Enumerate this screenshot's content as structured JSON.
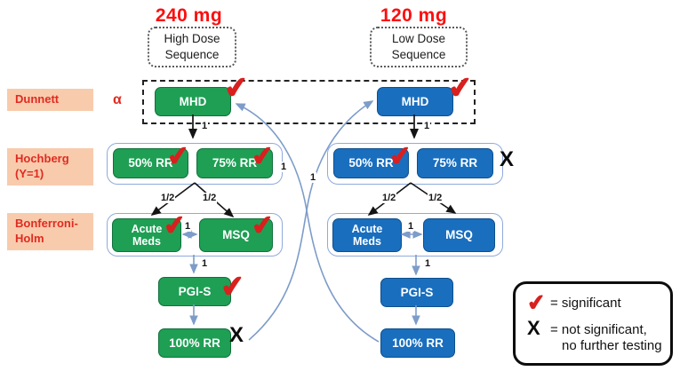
{
  "colors": {
    "green_box": "#1E9F54",
    "blue_box": "#196EBE",
    "row_label_bg": "#F8CBAD",
    "red_text": "#E02B20",
    "dose_title_red": "#FB0F0F",
    "check_red": "#D8201E",
    "connector_blue": "#7D9CC9",
    "arrow_black": "#141414"
  },
  "header": {
    "high": {
      "dose": "240 mg",
      "seq_line1": "High Dose",
      "seq_line2": "Sequence"
    },
    "low": {
      "dose": "120 mg",
      "seq_line1": "Low Dose",
      "seq_line2": "Sequence"
    }
  },
  "row_labels": {
    "dunnett": "Dunnett",
    "hochberg_line1": "Hochberg",
    "hochberg_line2": "(Y=1)",
    "bonferroni_line1": "Bonferroni-",
    "bonferroni_line2": "Holm"
  },
  "alpha": "α",
  "nodes": {
    "mhd": "MHD",
    "rr50": "50% RR",
    "rr75": "75% RR",
    "acute_line1": "Acute",
    "acute_line2": "Meds",
    "msq": "MSQ",
    "pgis": "PGI-S",
    "rr100": "100% RR"
  },
  "weights": {
    "one": "1",
    "half": "1/2"
  },
  "marks": {
    "check": "✔",
    "x": "X"
  },
  "legend": {
    "check_symbol": "✔",
    "check_label": "= significant",
    "x_symbol": "X",
    "x_label_line1": "= not significant,",
    "x_label_line2": "no further testing"
  }
}
